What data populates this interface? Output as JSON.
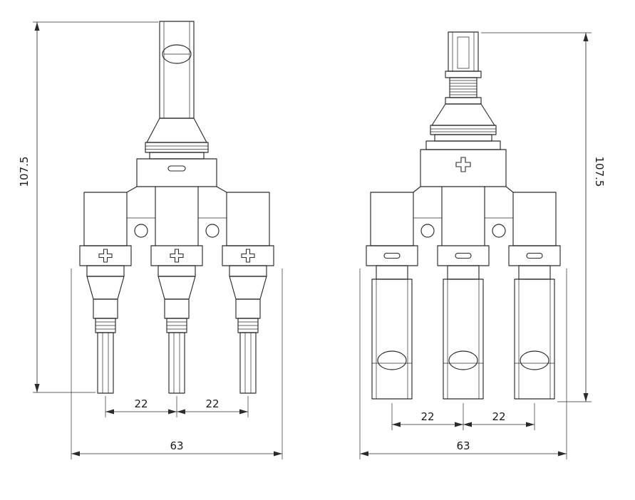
{
  "colors": {
    "background": "#ffffff",
    "line": "#2b2b2b",
    "dimension_text": "#1a1a1a"
  },
  "dimensions": {
    "left_view": {
      "height": "107.5",
      "pitch_a": "22",
      "pitch_b": "22",
      "overall_width": "63"
    },
    "right_view": {
      "height": "107.5",
      "pitch_a": "22",
      "pitch_b": "22",
      "overall_width": "63"
    }
  }
}
